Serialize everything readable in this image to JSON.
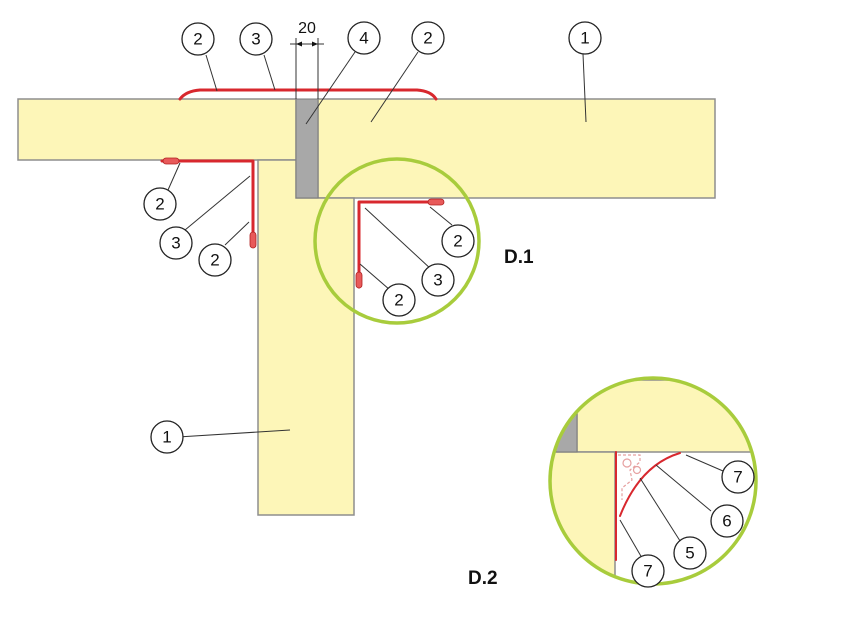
{
  "colors": {
    "panel_fill": "#fdf6b8",
    "panel_edge": "#8e8e8e",
    "joint_fill": "#a8a8a8",
    "seal": "#d8282e",
    "detail_ring": "#a8cc3c"
  },
  "dimension": {
    "label": "20"
  },
  "details": {
    "d1_label": "D.1",
    "d2_label": "D.2"
  },
  "callouts": {
    "top_left_2": "2",
    "top_3": "3",
    "top_4": "4",
    "top_mid_2": "2",
    "top_right_1": "1",
    "left_2a": "2",
    "left_3": "3",
    "left_2b": "2",
    "d1_2a": "2",
    "d1_3": "3",
    "d1_2b": "2",
    "bottom_1": "1",
    "d2_7a": "7",
    "d2_6": "6",
    "d2_5": "5",
    "d2_7b": "7"
  }
}
